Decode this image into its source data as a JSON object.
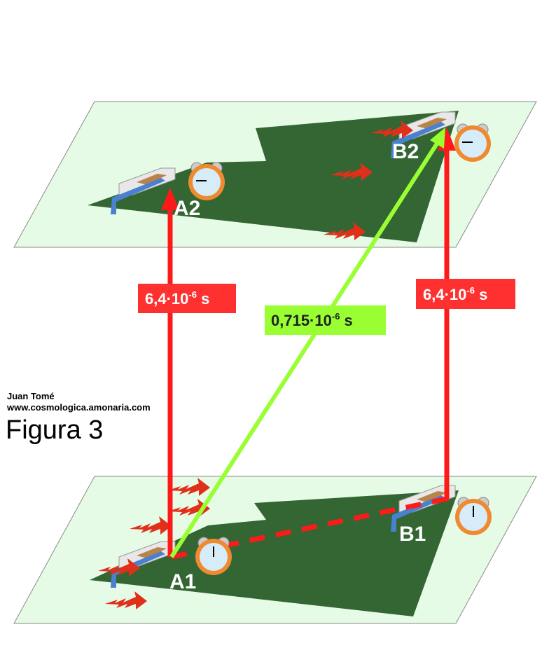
{
  "author": "Juan Tomé",
  "website": "www.cosmologica.amonaria.com",
  "figure_title": "Figura 3",
  "points": {
    "a1": "A1",
    "a2": "A2",
    "b1": "B1",
    "b2": "B2"
  },
  "intervals": {
    "left_vertical": {
      "base": "6,4·10",
      "exp": "-6",
      "unit": " s"
    },
    "right_vertical": {
      "base": "6,4·10",
      "exp": "-6",
      "unit": " s"
    },
    "diagonal": {
      "base": "0,715·10",
      "exp": "-6",
      "unit": " s"
    }
  },
  "colors": {
    "plane": "#e6fbe6",
    "ground": "#336633",
    "red": "#ff1a1a",
    "green": "#99ff33",
    "clock": "#f08a30"
  }
}
